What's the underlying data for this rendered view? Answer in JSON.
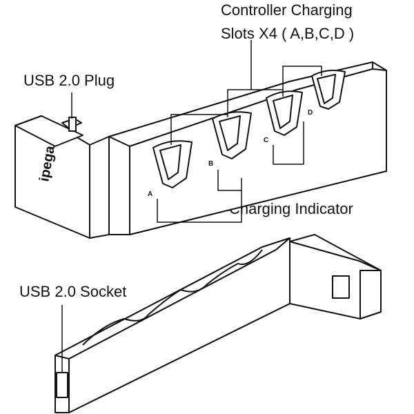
{
  "labels": {
    "controller_slots_line1": "Controller Charging",
    "controller_slots_line2": "Slots X4 ( A,B,C,D )",
    "usb_plug": "USB 2.0 Plug",
    "charging_indicator": "Charging Indicator",
    "usb_socket": "USB 2.0 Socket"
  },
  "brand": "ipega",
  "slot_letters": [
    "A",
    "B",
    "C",
    "D"
  ]
}
